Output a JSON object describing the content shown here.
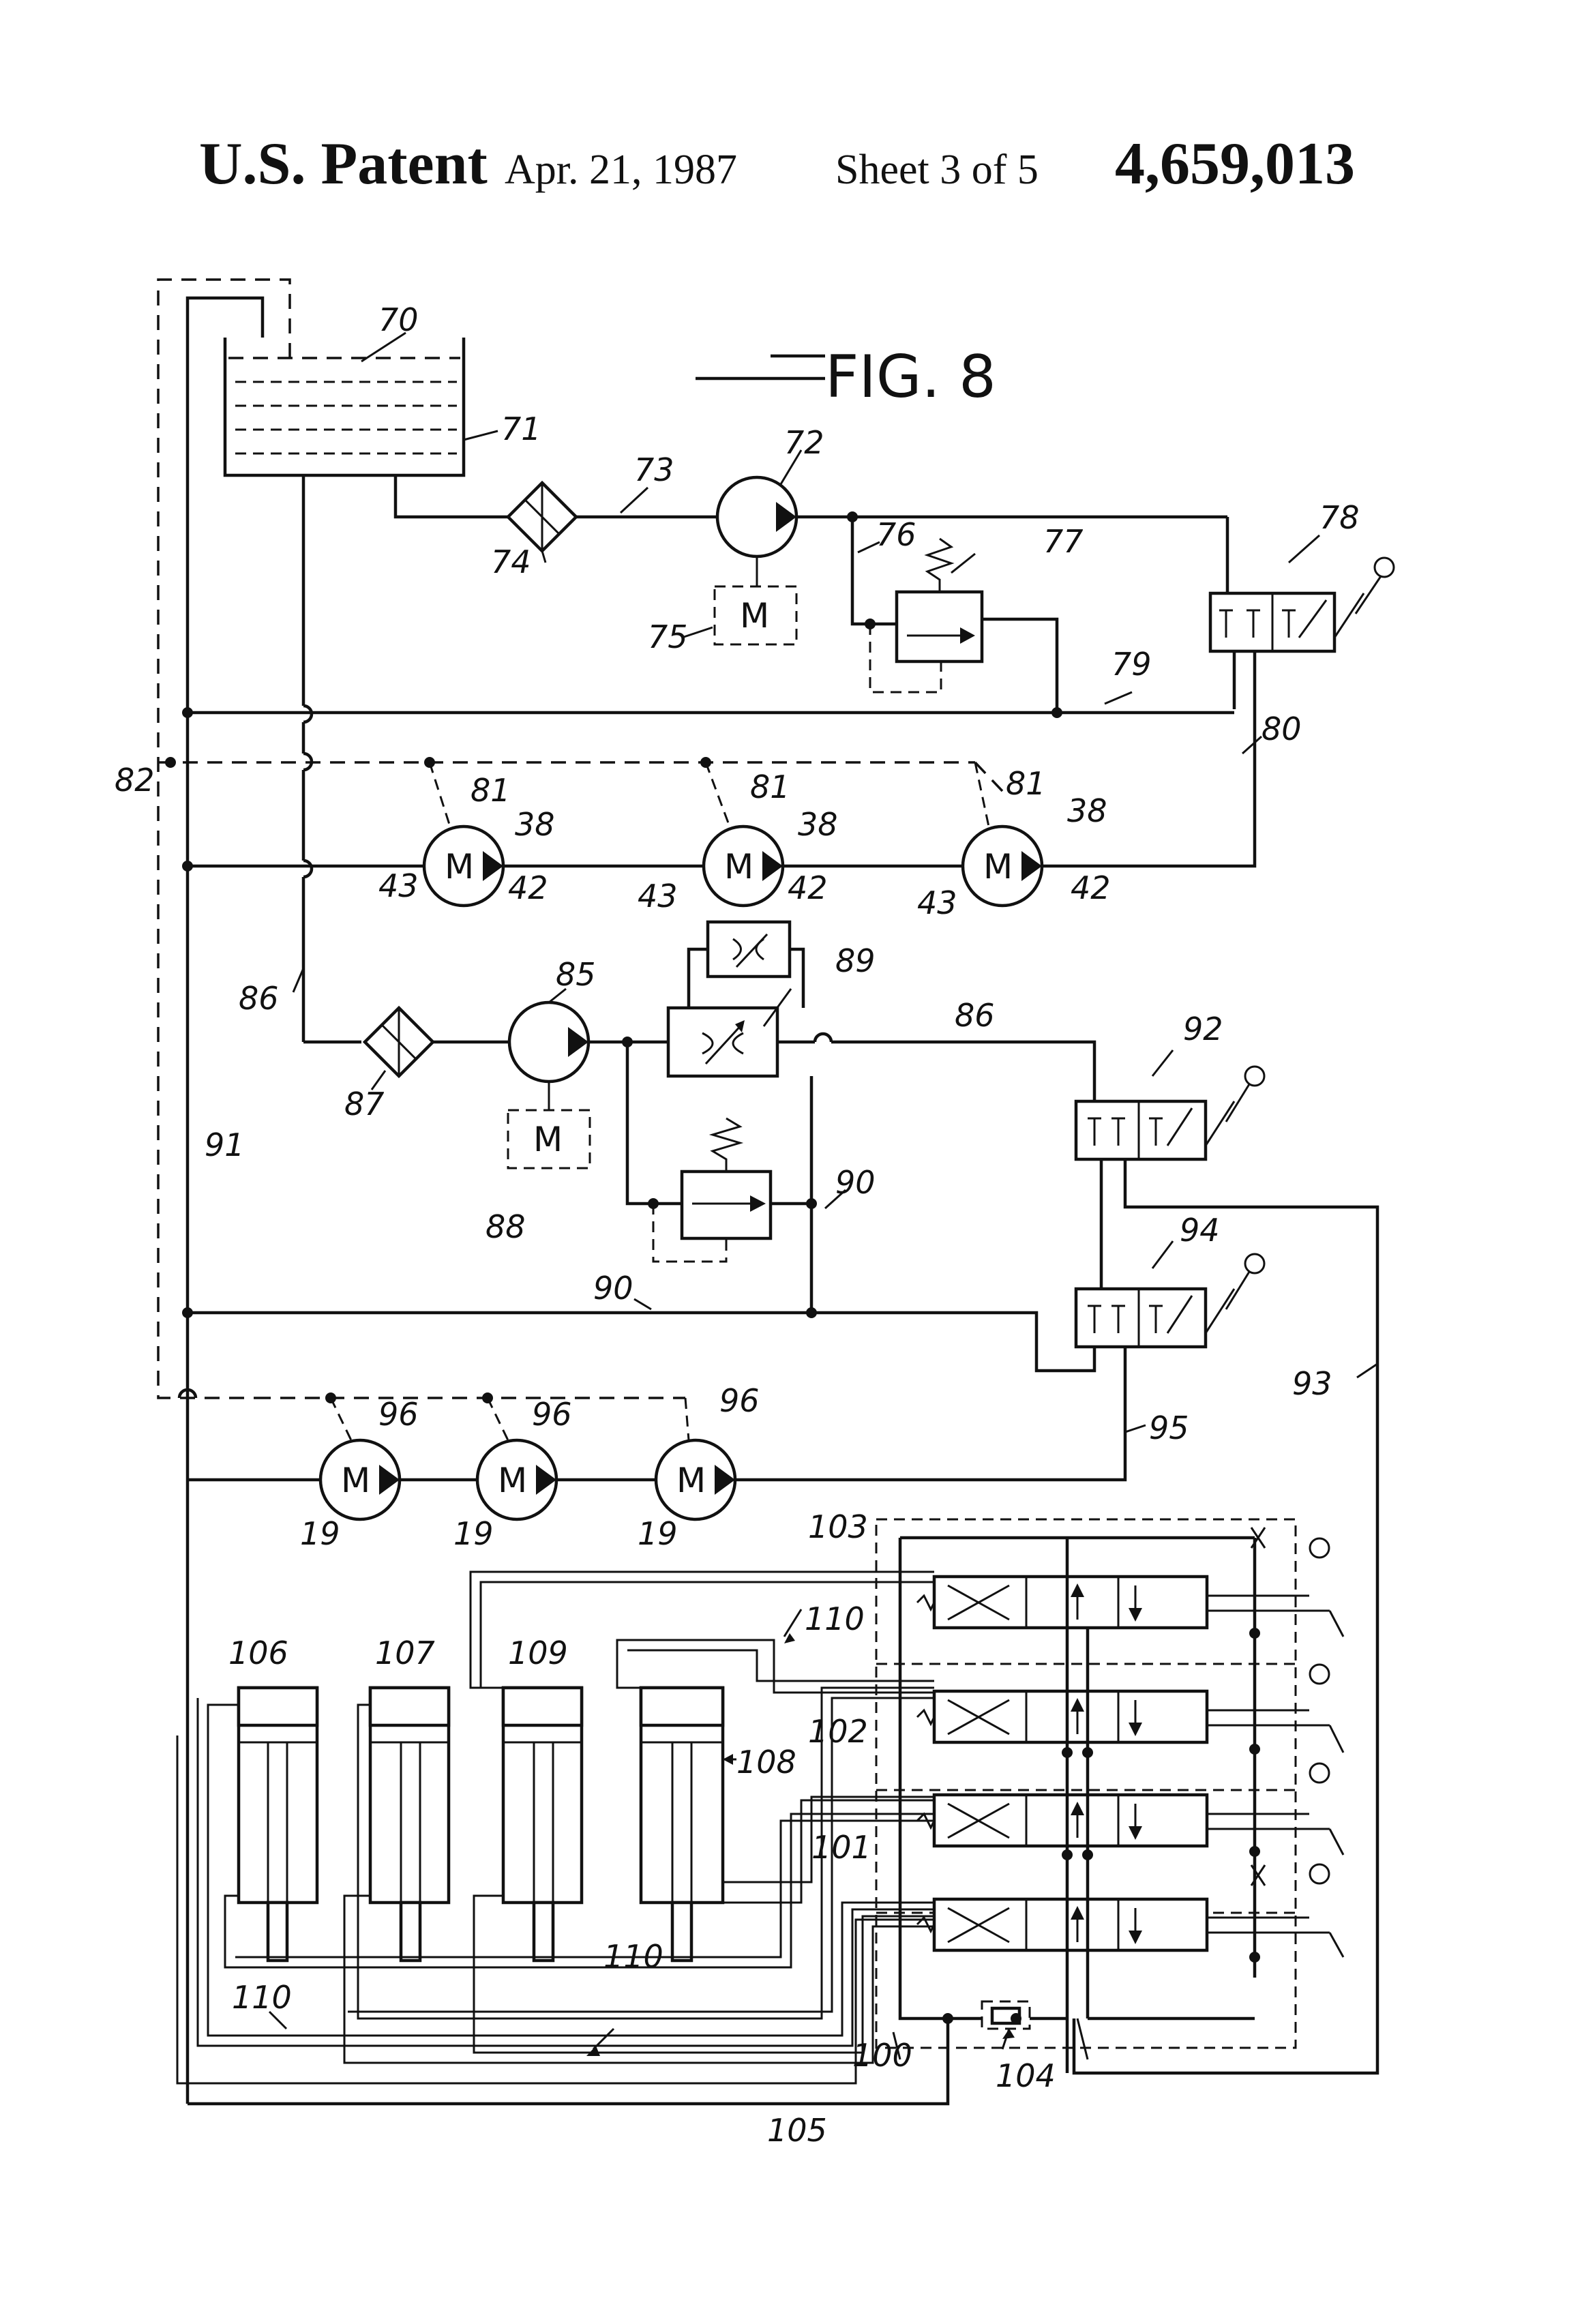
{
  "header": {
    "patent": "U.S. Patent",
    "date": "Apr. 21, 1987",
    "sheet": "Sheet 3 of 5",
    "number": "4,659,013"
  },
  "figure": {
    "title": "FIG. 8"
  },
  "motor_symbol": "M",
  "labels": {
    "l70": "70",
    "l71": "71",
    "l72": "72",
    "l73": "73",
    "l74": "74",
    "l75": "75",
    "l76": "76",
    "l77": "77",
    "l78": "78",
    "l79": "79",
    "l80": "80",
    "l82": "82",
    "l81a": "81",
    "l81b": "81",
    "l81c": "81",
    "l38a": "38",
    "l38b": "38",
    "l38c": "38",
    "l43a": "43",
    "l43b": "43",
    "l43c": "43",
    "l42a": "42",
    "l42b": "42",
    "l42c": "42",
    "l85": "85",
    "l86a": "86",
    "l86b": "86",
    "l87": "87",
    "l88": "88",
    "l89": "89",
    "l90a": "90",
    "l90b": "90",
    "l91": "91",
    "l92": "92",
    "l93": "93",
    "l94": "94",
    "l95": "95",
    "l96a": "96",
    "l96b": "96",
    "l96c": "96",
    "l19a": "19",
    "l19b": "19",
    "l19c": "19",
    "l100": "100",
    "l101": "101",
    "l102": "102",
    "l103": "103",
    "l104": "104",
    "l105": "105",
    "l106": "106",
    "l107": "107",
    "l108": "108",
    "l109": "109",
    "l110a": "110",
    "l110b": "110",
    "l110c": "110"
  }
}
